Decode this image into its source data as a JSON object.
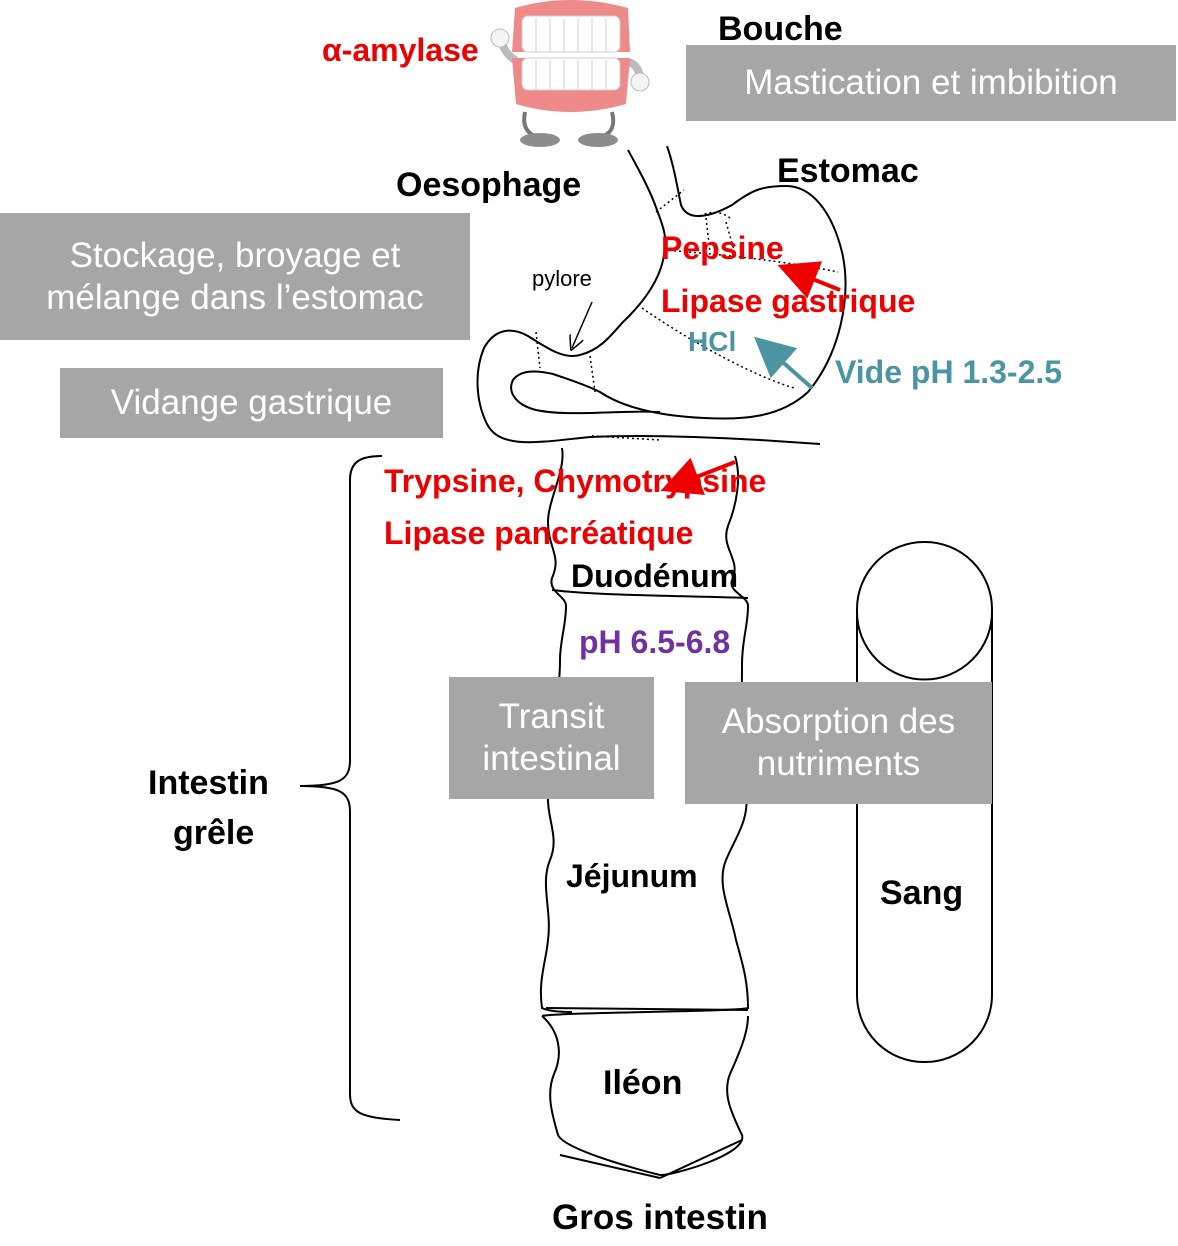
{
  "labels": {
    "bouche": "Bouche",
    "amylase": "α-amylase",
    "oesophage": "Oesophage",
    "estomac": "Estomac",
    "pylore": "pylore",
    "pepsine": "Pepsine",
    "lipase_gastrique": "Lipase gastrique",
    "hcl": "HCl",
    "vide_ph": "Vide pH 1.3-2.5",
    "trypsine": "Trypsine, Chymotrypsine",
    "lipase_pancreatique": "Lipase pancréatique",
    "duodenum": "Duodénum",
    "ph_intestin": "pH 6.5-6.8",
    "intestin_line1": "Intestin",
    "intestin_line2": "grêle",
    "jejunum": "Jéjunum",
    "sang": "Sang",
    "ileon": "Iléon",
    "gros_intestin": "Gros intestin"
  },
  "boxes": {
    "mastication": "Mastication et imbibition",
    "stockage_line1": "Stockage, broyage et",
    "stockage_line2": "mélange dans l’estomac",
    "vidange": "Vidange gastrique",
    "transit_line1": "Transit",
    "transit_line2": "intestinal",
    "absorption_line1": "Absorption des",
    "absorption_line2": "nutriments"
  },
  "colors": {
    "enzyme": "#ee0000",
    "acid": "#4a95a1",
    "ph_intestin": "#7030a0",
    "box_fill": "#a6a6a6"
  },
  "icons": {
    "mouth": "dentures-mascot-icon"
  }
}
